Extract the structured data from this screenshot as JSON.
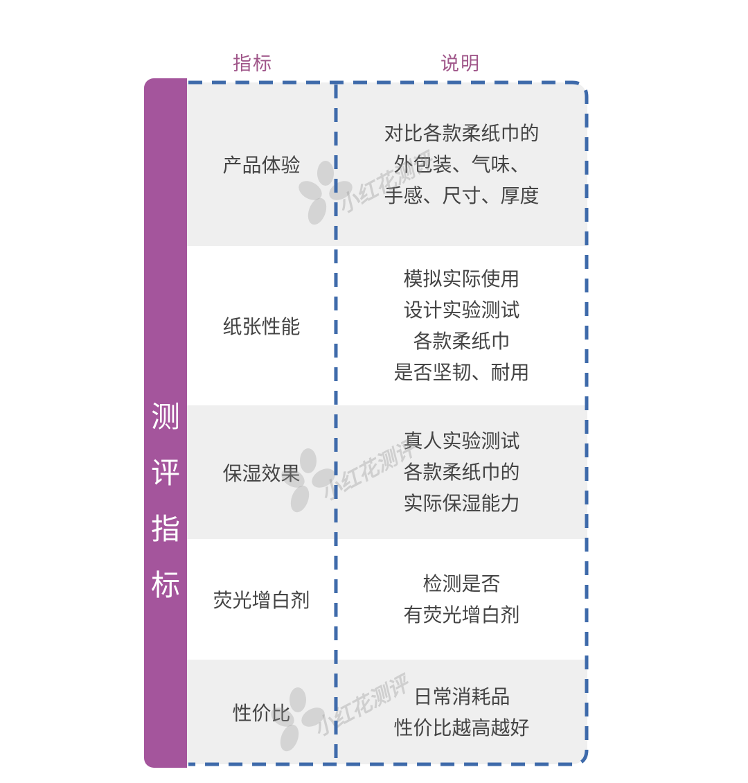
{
  "headers": {
    "indicator": "指标",
    "description": "说明"
  },
  "side_label": [
    "测",
    "评",
    "指",
    "标"
  ],
  "rows": [
    {
      "indicator": "产品体验",
      "description": [
        "对比各款柔纸巾的",
        "外包装、气味、",
        "手感、尺寸、厚度"
      ]
    },
    {
      "indicator": "纸张性能",
      "description": [
        "模拟实际使用",
        "设计实验测试",
        "各款柔纸巾",
        "是否坚韧、耐用"
      ]
    },
    {
      "indicator": "保湿效果",
      "description": [
        "真人实验测试",
        "各款柔纸巾的",
        "实际保湿能力"
      ]
    },
    {
      "indicator": "荧光增白剂",
      "description": [
        "检测是否",
        "有荧光增白剂"
      ]
    },
    {
      "indicator": "性价比",
      "description": [
        "日常消耗品",
        "性价比越高越好"
      ]
    }
  ],
  "watermark": "小红花测评",
  "colors": {
    "accent": "#a4559c",
    "border": "#3e6aaa",
    "row_alt": "#efefef",
    "header": "#a0578a"
  }
}
